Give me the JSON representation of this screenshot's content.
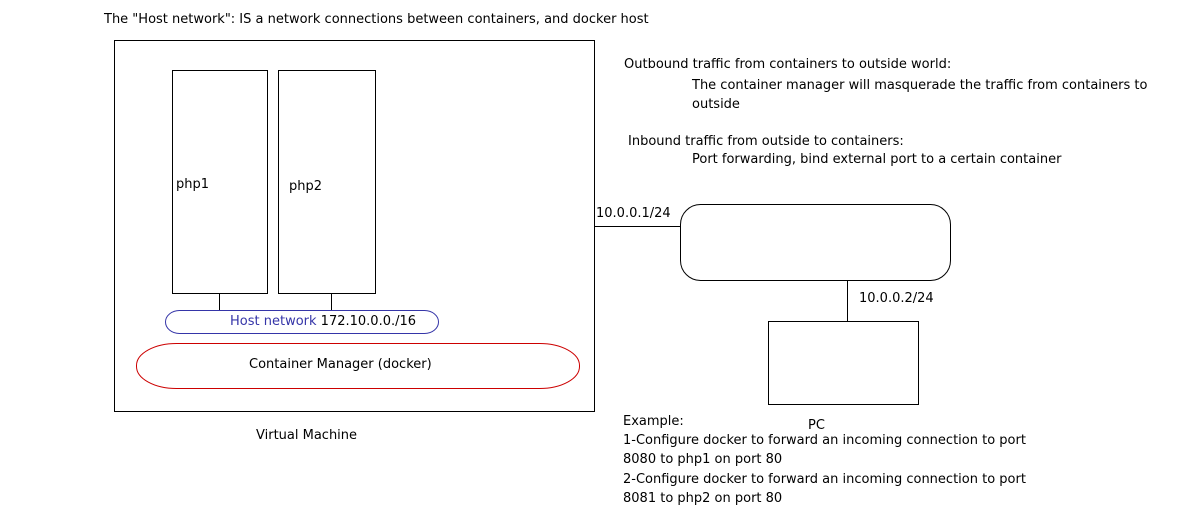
{
  "header": {
    "title": "The \"Host network\": IS a network connections between containers, and docker host"
  },
  "vm": {
    "label": "Virtual Machine",
    "containers": [
      {
        "label": "php1"
      },
      {
        "label": "php2"
      }
    ],
    "host_network": {
      "label": "Host network",
      "subnet": "172.10.0.0./16",
      "color": "#3535a8"
    },
    "container_manager": {
      "label": "Container Manager (docker)",
      "color": "#cc0000"
    }
  },
  "links": {
    "vm_ip": "10.0.0.1/24",
    "pc_ip": "10.0.0.2/24"
  },
  "pc": {
    "label": "PC"
  },
  "notes": {
    "outbound_title": "Outbound traffic from containers to outside world:",
    "outbound_line1": "The container manager will masquerade the traffic from containers to",
    "outbound_line2": "outside",
    "inbound_title": "Inbound traffic from outside to containers:",
    "inbound_line1": "Port forwarding, bind external port to a certain container"
  },
  "example": {
    "title": "Example:",
    "lines": [
      "1-Configure docker to forward an incoming connection to port",
      "8080 to php1 on port 80",
      "2-Configure docker to forward an incoming connection to port",
      "8081 to php2 on port 80"
    ]
  }
}
